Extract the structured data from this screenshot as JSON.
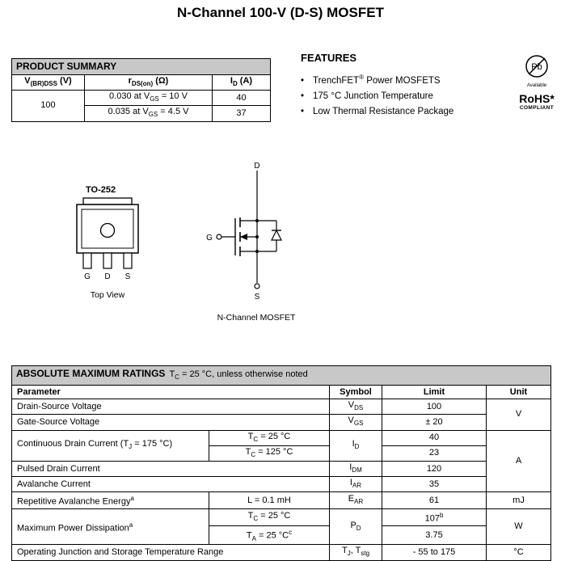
{
  "page": {
    "title": "N-Channel 100-V (D-S) MOSFET"
  },
  "product_summary": {
    "title": "PRODUCT SUMMARY",
    "h1_pre": "V",
    "h1_sub": "(BR)DSS",
    "h1_post": " (V)",
    "h2_pre": "r",
    "h2_sub": "DS(on)",
    "h2_post": " (Ω)",
    "h3_pre": "I",
    "h3_sub": "D",
    "h3_post": " (A)",
    "vbrdss": "100",
    "row1": {
      "pre": "0.030 at V",
      "sub": "GS",
      "post": " = 10 V",
      "id": "40"
    },
    "row2": {
      "pre": "0.035 at V",
      "sub": "GS",
      "post": " = 4.5 V",
      "id": "37"
    }
  },
  "features": {
    "title": "FEATURES",
    "bullet": "•",
    "item1_pre": "TrenchFET",
    "item1_sup": "®",
    "item1_post": " Power MOSFETS",
    "item2": "175 °C Junction Temperature",
    "item3": "Low Thermal Resistance Package"
  },
  "badges": {
    "pb": "Pb",
    "available": "Available",
    "rohs": "RoHS*",
    "compliant": "COMPLIANT"
  },
  "package": {
    "name": "TO-252",
    "pin1": "G",
    "pin2": "D",
    "pin3": "S",
    "caption": "Top View"
  },
  "schematic": {
    "drain": "D",
    "gate": "G",
    "source": "S",
    "caption": "N-Channel MOSFET"
  },
  "amr": {
    "title": "ABSOLUTE MAXIMUM RATINGS",
    "cond_pre": "T",
    "cond_sub": "C",
    "cond_post": " = 25 °C, unless otherwise noted",
    "h_parameter": "Parameter",
    "h_symbol": "Symbol",
    "h_limit": "Limit",
    "h_unit": "Unit",
    "r1": {
      "param": "Drain-Source Voltage",
      "sym_pre": "V",
      "sym_sub": "DS",
      "limit": "100"
    },
    "r2": {
      "param": "Gate-Source Voltage",
      "sym_pre": "V",
      "sym_sub": "GS",
      "limit": "± 20"
    },
    "unit_v": "V",
    "r34": {
      "param_pre": "Continuous Drain Current (T",
      "param_sub": "J",
      "param_post": " = 175 °C)",
      "cond1_pre": "T",
      "cond1_sub": "C",
      "cond1_post": " = 25 °C",
      "cond2_pre": "T",
      "cond2_sub": "C",
      "cond2_post": " = 125 °C",
      "sym_pre": "I",
      "sym_sub": "D",
      "limit1": "40",
      "limit2": "23"
    },
    "r5": {
      "param": "Pulsed Drain Current",
      "sym_pre": "I",
      "sym_sub": "DM",
      "limit": "120"
    },
    "r6": {
      "param": "Avalanche Current",
      "sym_pre": "I",
      "sym_sub": "AR",
      "limit": "35"
    },
    "unit_a": "A",
    "r7": {
      "param": "Repetitive Avalanche Energy",
      "param_sup": "a",
      "cond": "L = 0.1 mH",
      "sym_pre": "E",
      "sym_sub": "AR",
      "limit": "61",
      "unit": "mJ"
    },
    "r89": {
      "param": "Maximum Power Dissipation",
      "param_sup": "a",
      "cond1_pre": "T",
      "cond1_sub": "C",
      "cond1_post": " = 25 °C",
      "cond2_pre": "T",
      "cond2_sub": "A",
      "cond2_post": " = 25 °C",
      "cond2_sup": "c",
      "sym_pre": "P",
      "sym_sub": "D",
      "limit1": "107",
      "limit1_sup": "b",
      "limit2": "3.75",
      "unit": "W"
    },
    "r10": {
      "param": "Operating Junction and Storage Temperature Range",
      "sym_pre": "T",
      "sym_sub": "J",
      "sym_mid": ", T",
      "sym_sub2": "stg",
      "limit": "- 55 to 175",
      "unit": "°C"
    }
  }
}
